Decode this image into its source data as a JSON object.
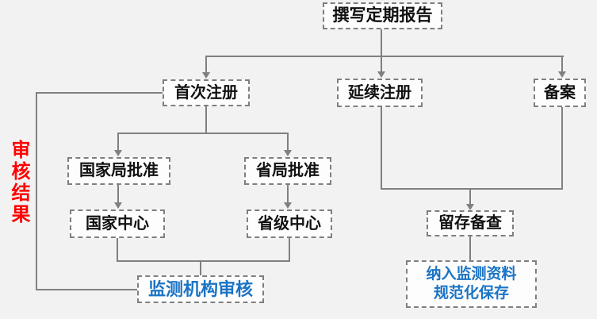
{
  "colors": {
    "background": "#f2f2f2",
    "line_gray": "#808080",
    "border_gray": "#7f7f7f",
    "box_fill": "#fdfdfd",
    "text_black": "#111111",
    "accent_blue": "#1b74c4",
    "accent_red": "#ff0000"
  },
  "nodes": {
    "report": {
      "label": "撰写定期报告"
    },
    "first_registration": {
      "label": "首次注册"
    },
    "renewal_registration": {
      "label": "延续注册"
    },
    "filing": {
      "label": "备案"
    },
    "national_bureau_approval": {
      "label": "国家局批准"
    },
    "provincial_bureau_approval": {
      "label": "省局批准"
    },
    "national_center": {
      "label": "国家中心"
    },
    "provincial_center": {
      "label": "省级中心"
    },
    "monitoring_agency_review": {
      "label": "监测机构审核"
    },
    "retain_for_reference": {
      "label": "留存备查"
    },
    "archive": {
      "line1": "纳入监测资料",
      "line2": "规范化保存"
    }
  },
  "side_label": {
    "text": "审核结果"
  }
}
